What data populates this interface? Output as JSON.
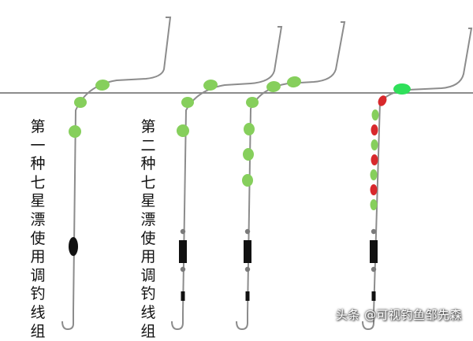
{
  "labels": {
    "rig_1": "第一种七星漂使用调钓线组",
    "rig_2": "第二种七星漂使用调钓线组"
  },
  "watermark": "头条 @可视钓鱼邹先森",
  "colors": {
    "line": "#8c8c8c",
    "float_green": "#86cf5c",
    "float_red": "#d8282c",
    "sinker": "#111111",
    "bead": "#7a7a7a",
    "text": "#111111"
  }
}
